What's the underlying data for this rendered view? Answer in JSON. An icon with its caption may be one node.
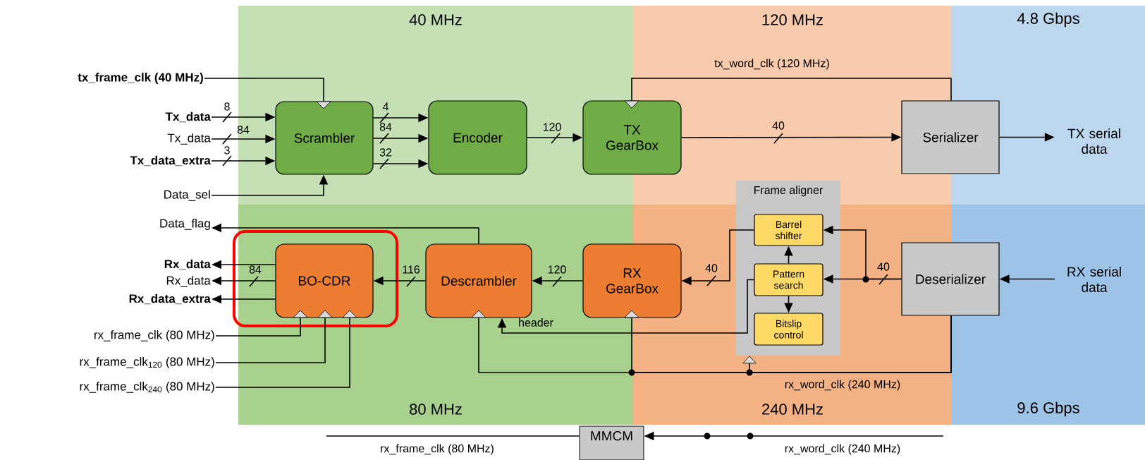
{
  "diagram": {
    "nodes": [
      {
        "text": [
          "tx_frame_clk (40 MHz)"
        ]
      },
      {
        "text": [
          "Tx_data"
        ]
      },
      {
        "text": [
          "Tx_data"
        ]
      },
      {
        "text": [
          "Tx_data_extra"
        ]
      },
      {
        "text": [
          "Data_sel"
        ]
      },
      {
        "text": [
          "Scrambler"
        ]
      },
      {
        "text": [
          "Encoder"
        ]
      },
      {
        "text": [
          "TX GearBox"
        ]
      },
      {
        "text": [
          "Serializer"
        ]
      },
      {
        "text": [
          "TX serial data"
        ]
      },
      {
        "text": [
          "Data_flag"
        ]
      },
      {
        "text": [],
        "shape": "box"
      },
      {
        "text": [
          "Rx_data"
        ]
      },
      {
        "text": [
          "Rx_data"
        ]
      },
      {
        "text": [
          "Rx_data_extra"
        ]
      },
      {
        "text": [
          "BO-CDR"
        ],
        "in": 11
      },
      {
        "text": [
          "rx_frame_clk (80 MHz)"
        ]
      },
      {
        "text": [
          "rx_frame_clk$_{120}$ (80 MHz)"
        ]
      },
      {
        "text": [
          "rx_frame_clk$_{240}$ (80 MHz)"
        ]
      },
      {
        "text": [
          "Descrambler"
        ]
      },
      {
        "text": [
          "RX GearBox"
        ]
      },
      {
        "text": [
          "Frame aligner"
        ]
      },
      {
        "text": [
          "Barrel shifter"
        ],
        "in": 21
      },
      {
        "text": [
          "Pattern search"
        ],
        "in": 21
      },
      {
        "text": [
          "Bitslip control"
        ],
        "in": 21
      },
      {
        "text": [
          "Deserializer"
        ]
      },
      {
        "text": [
          "RX serial data"
        ]
      },
      {
        "text": [
          "MMCM"
        ]
      }
    ],
    "edges": [
      {
        "from": 0,
        "to": 5,
        "arrow": "none"
      },
      {
        "from": 1,
        "to": 5,
        "arrow": "to",
        "label": "8"
      },
      {
        "from": 2,
        "to": 5,
        "arrow": "to",
        "label": "84"
      },
      {
        "from": 3,
        "to": 5,
        "arrow": "to",
        "label": "3"
      },
      {
        "from": 4,
        "to": 5,
        "arrow": "to"
      },
      {
        "from": 5,
        "to": 6,
        "arrow": "to",
        "label": "4"
      },
      {
        "from": 5,
        "to": 6,
        "arrow": "to",
        "label": "84"
      },
      {
        "from": 5,
        "to": 6,
        "arrow": "to",
        "label": "32"
      },
      {
        "from": 6,
        "to": 7,
        "arrow": "to",
        "label": "120"
      },
      {
        "from": 7,
        "to": 8,
        "arrow": "to",
        "label": "40"
      },
      {
        "from": 7,
        "to": 8,
        "arrow": "none",
        "label": "tx_word_clk (120 MHz)"
      },
      {
        "from": 8,
        "to": 9,
        "arrow": "to"
      },
      {
        "from": 19,
        "to": 10,
        "arrow": "to"
      },
      {
        "from": 15,
        "to": 12,
        "arrow": "to"
      },
      {
        "from": 15,
        "to": 13,
        "arrow": "to",
        "label": "84"
      },
      {
        "from": 15,
        "to": 14,
        "arrow": "to"
      },
      {
        "from": 19,
        "to": 15,
        "arrow": "to",
        "label": "116"
      },
      {
        "from": 20,
        "to": 19,
        "arrow": "to",
        "label": "120"
      },
      {
        "from": 22,
        "to": 20,
        "arrow": "to",
        "label": "40"
      },
      {
        "from": 23,
        "to": 22,
        "arrow": "to"
      },
      {
        "from": 23,
        "to": 24,
        "arrow": "to"
      },
      {
        "from": 25,
        "to": 23,
        "arrow": "to",
        "label": "40"
      },
      {
        "from": 25,
        "to": 22,
        "arrow": "to"
      },
      {
        "from": 26,
        "to": 25,
        "arrow": "to"
      },
      {
        "from": 23,
        "to": 19,
        "arrow": "to",
        "label": "header"
      },
      {
        "from": 16,
        "to": 15,
        "arrow": "none"
      },
      {
        "from": 17,
        "to": 15,
        "arrow": "none"
      },
      {
        "from": 18,
        "to": 15,
        "arrow": "none"
      },
      {
        "from": 25,
        "to": 19,
        "arrow": "none",
        "label": "rx_word_clk (240 MHz)"
      },
      {
        "from": 25,
        "to": 20,
        "arrow": "none"
      },
      {
        "from": 25,
        "to": 21,
        "arrow": "to"
      },
      {
        "from": null,
        "to": 27,
        "arrow": "to",
        "label": "rx_word_clk (240 MHz)"
      },
      {
        "from": 27,
        "to": null,
        "arrow": "none",
        "label": "rx_frame_clk (80 MHz)"
      }
    ],
    "labels": [
      "40 MHz",
      "120 MHz",
      "4.8 Gbps",
      "80 MHz",
      "240 MHz",
      "9.6 Gbps"
    ]
  }
}
